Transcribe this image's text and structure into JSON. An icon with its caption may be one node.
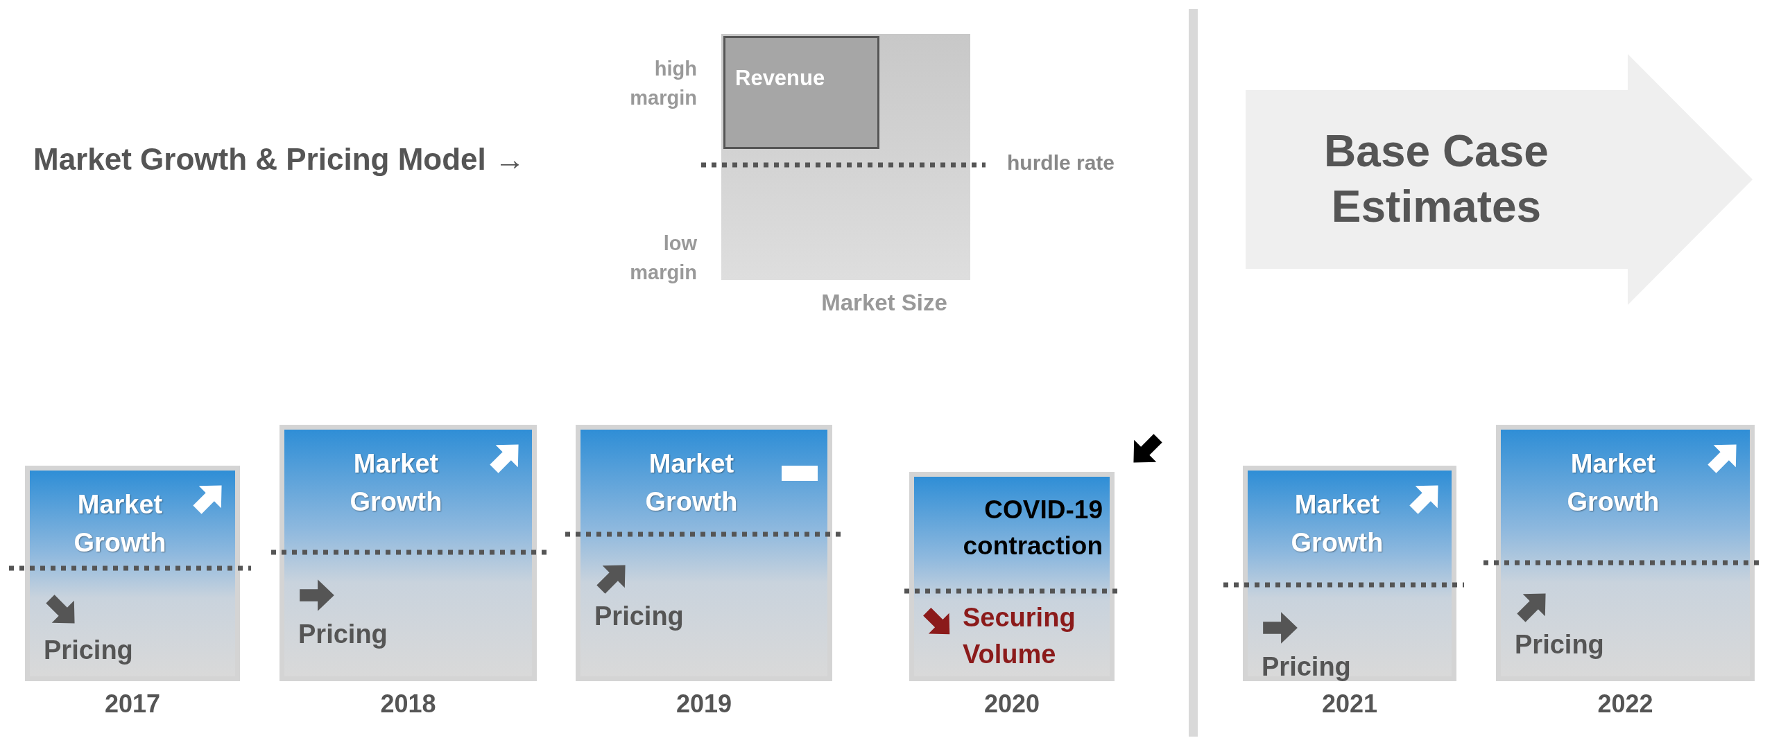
{
  "diagram": {
    "nodes": [
      {
        "text": [],
        "shape": "box"
      },
      {
        "text": [
          "Revenue"
        ],
        "in": 0
      },
      {
        "text": [
          "Base Case Estimates"
        ]
      },
      {
        "text": [
          "Market Growth",
          "Pricing"
        ],
        "beside": [
          "2017"
        ]
      },
      {
        "text": [
          "Market Growth",
          "Pricing"
        ],
        "beside": [
          "2018"
        ]
      },
      {
        "text": [
          "Market Growth",
          "Pricing"
        ],
        "beside": [
          "2019"
        ]
      },
      {
        "text": [
          "COVID-19 contraction",
          "Securing Volume"
        ],
        "beside": [
          "2020"
        ]
      },
      {
        "text": [
          "Market Growth",
          "Pricing"
        ],
        "beside": [
          "2021"
        ]
      },
      {
        "text": [
          "Market Growth",
          "Pricing"
        ],
        "beside": [
          "2022"
        ]
      }
    ],
    "labels": [
      "Market Growth & Pricing Model →",
      "high margin",
      "low margin",
      "hurdle rate",
      "Market Size"
    ]
  }
}
